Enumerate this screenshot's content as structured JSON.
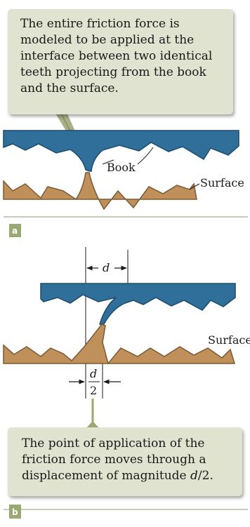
{
  "panel_a": {
    "callout_lines": [
      "The entire friction force is",
      "modeled to be applied at the",
      "interface between two identical",
      "teeth projecting from the book",
      "and the surface."
    ],
    "book_label": "Book",
    "surface_label": "Surface",
    "tag": "a"
  },
  "panel_b": {
    "d_label": "d",
    "half_d_numerator": "d",
    "half_d_denominator": "2",
    "callout_line1": "The point of application of the",
    "callout_line2": "friction force moves through a",
    "callout_line3_prefix": "displacement of magnitude ",
    "callout_line3_math": "d",
    "callout_line3_suffix": "/2.",
    "tag": "b"
  },
  "colors": {
    "book": "#2f6f9a",
    "surface": "#c0905a",
    "callout_bg": "#dfe3cf",
    "tag_bg": "#9aa872",
    "rule": "#c9ccbd"
  }
}
